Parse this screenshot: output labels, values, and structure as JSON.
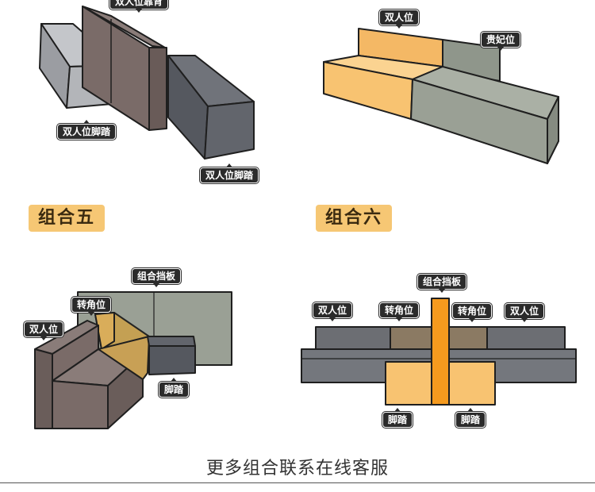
{
  "labels": {
    "double_backrest": "双人位靠背",
    "double_footstool_a": "双人位脚踏",
    "double_footstool_b": "双人位脚踏",
    "double_seat_4": "双人位",
    "chaise_4": "贵妃位",
    "combo5_screen": "组合挡板",
    "combo5_corner": "转角位",
    "combo5_double": "双人位",
    "combo5_footstool": "脚踏",
    "combo6_screen": "组合挡板",
    "combo6_double_left": "双人位",
    "combo6_corner_left": "转角位",
    "combo6_corner_right": "转角位",
    "combo6_double_right": "双人位",
    "combo6_footstool_left": "脚踏",
    "combo6_footstool_right": "脚踏"
  },
  "titles": {
    "combo5": "组合五",
    "combo6": "组合六"
  },
  "footer": {
    "text": "更多组合联系在线客服"
  },
  "colors": {
    "brown_gray": "#7a6b68",
    "slate": "#5e6168",
    "light_gray": "#a8aaaf",
    "sage": "#9aa095",
    "yellow": "#f8c371",
    "orange": "#f59a1e",
    "title_bg": "#f6c774"
  }
}
